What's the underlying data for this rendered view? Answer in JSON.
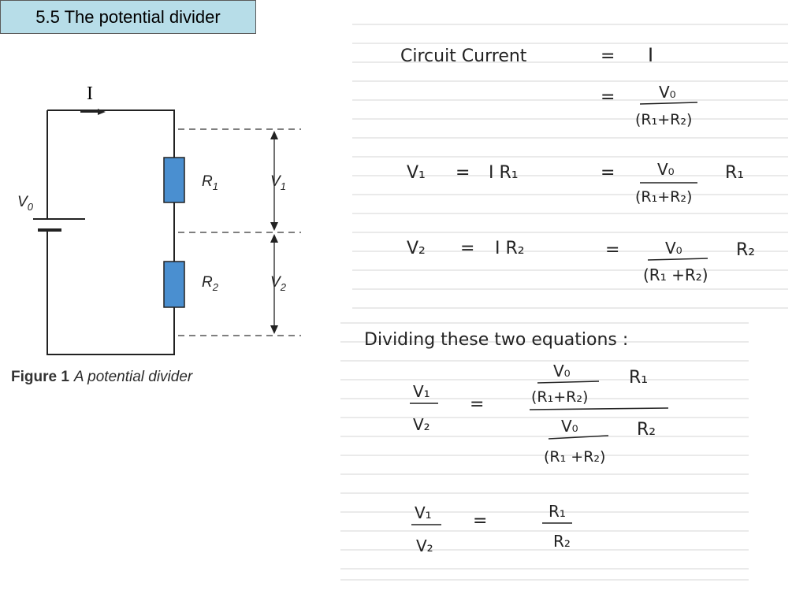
{
  "slide": {
    "title": "5.5 The potential divider"
  },
  "circuit": {
    "current_label": "I",
    "source_label": "V",
    "source_sub": "0",
    "r1_label": "R",
    "r1_sub": "1",
    "r2_label": "R",
    "r2_sub": "2",
    "v1_label": "V",
    "v1_sub": "1",
    "v2_label": "V",
    "v2_sub": "2",
    "resistor_color": "#4a8fd0"
  },
  "caption": {
    "number": "Figure 1",
    "text": "A potential divider"
  },
  "notes": {
    "page1": {
      "line1_lhs": "Circuit Current",
      "eq": "=",
      "line1_rhs": "I",
      "line2_num": "V₀",
      "line2_den": "(R₁+R₂)",
      "line3_lhs": "V₁",
      "line3_mid": "I R₁",
      "line3_num": "V₀",
      "line3_den": "(R₁+R₂)",
      "line3_factor": "R₁",
      "line4_lhs": "V₂",
      "line4_mid": "I R₂",
      "line4_num": "V₀",
      "line4_den": "(R₁ +R₂)",
      "line4_factor": "R₂"
    },
    "page2": {
      "heading": "Dividing these two equations :",
      "frac1_num": "V₁",
      "frac1_den": "V₂",
      "top_num": "V₀",
      "top_den": "(R₁+R₂)",
      "top_factor": "R₁",
      "bot_num": "V₀",
      "bot_den": "(R₁ +R₂)",
      "bot_factor": "R₂",
      "frac2_num": "V₁",
      "frac2_den": "V₂",
      "res_num": "R₁",
      "res_den": "R₂"
    }
  }
}
